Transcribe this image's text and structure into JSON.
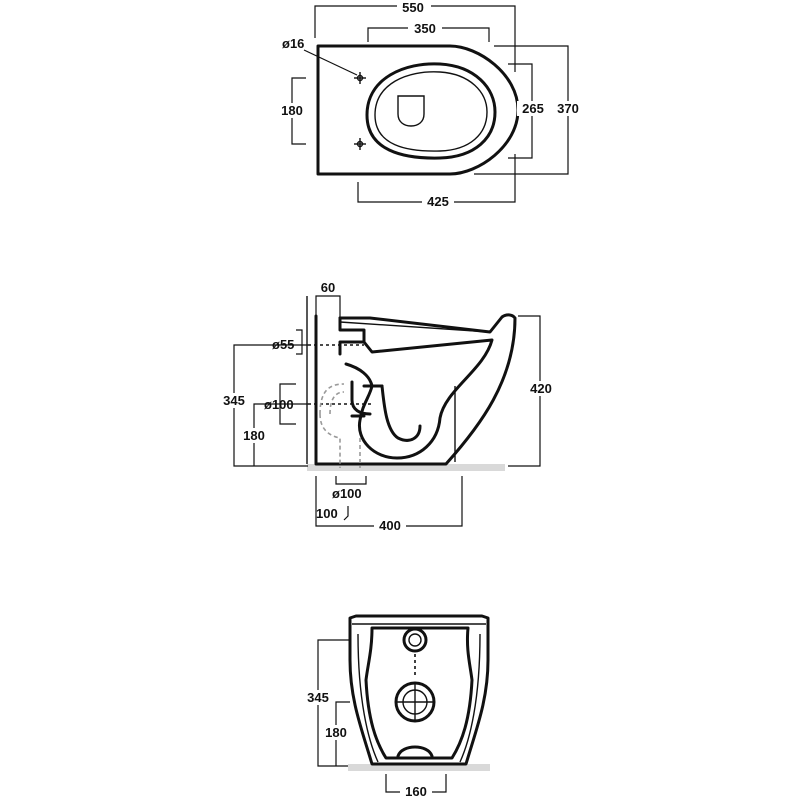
{
  "top_view": {
    "dim_overall_width": "550",
    "dim_bowl_width": "350",
    "dim_fixing_hole": "ø16",
    "dim_fixing_spacing": "180",
    "dim_bowl_depth": "265",
    "dim_overall_depth": "370",
    "dim_bottom_width": "425"
  },
  "side_view": {
    "dim_top_offset": "60",
    "dim_water_inlet": "ø55",
    "dim_inlet_height": "345",
    "dim_outlet": "ø100",
    "dim_outlet_height": "180",
    "dim_overall_height": "420",
    "dim_floor_outlet": "ø100",
    "dim_floor_offset": "100",
    "dim_base_length": "400"
  },
  "rear_view": {
    "dim_inlet_height": "345",
    "dim_outlet_height": "180",
    "dim_base_width": "160"
  }
}
